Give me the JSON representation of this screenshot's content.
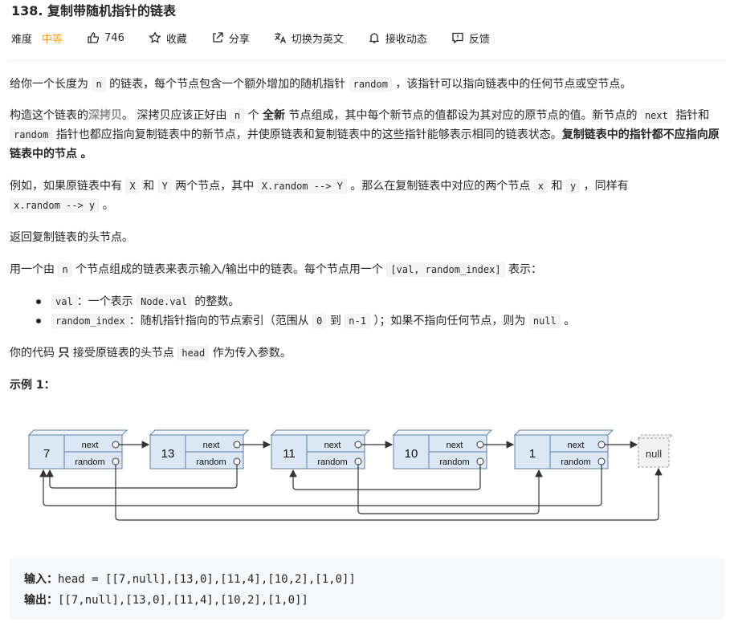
{
  "problem": {
    "title": "138. 复制带随机指针的链表"
  },
  "toolbar": {
    "difficulty_label": "难度",
    "difficulty_value": "中等",
    "likes": "746",
    "collect": "收藏",
    "share": "分享",
    "switch_lang": "切换为英文",
    "notify": "接收动态",
    "feedback": "反馈"
  },
  "description": {
    "p1": {
      "a": "给你一个长度为",
      "code_n": "n",
      "b": "的链表，每个节点包含一个额外增加的随机指针",
      "code_random": "random",
      "c": "，该指针可以指向链表中的任何节点或空节点。"
    },
    "p2": {
      "a": "构造这个链表的",
      "deep_copy": "深拷贝",
      "b": "。 深拷贝应该正好由",
      "code_n": "n",
      "c": "个",
      "brand_new": "全新",
      "d": "节点组成，其中每个新节点的值都设为其对应的原节点的值。新节点的",
      "code_next": "next",
      "e": "指针和",
      "code_random": "random",
      "f": "指针也都应指向复制链表中的新节点，并使原链表和复制链表中的这些指针能够表示相同的链表状态。",
      "bold_tail": "复制链表中的指针都不应指向原链表中的节点",
      "g": "。"
    },
    "p3": {
      "a": "例如，如果原链表中有",
      "code_X": "X",
      "b": "和",
      "code_Y": "Y",
      "c": "两个节点，其中",
      "code_xr": "X.random --> Y",
      "d": "。那么在复制链表中对应的两个节点",
      "code_x": "x",
      "e": "和",
      "code_y": "y",
      "f": "，同样有",
      "code_xr2": "x.random --> y",
      "g": "。"
    },
    "p4": "返回复制链表的头节点。",
    "p5": {
      "a": "用一个由",
      "code_n": "n",
      "b": "个节点组成的链表来表示输入/输出中的链表。每个节点用一个",
      "code_pair": "[val, random_index]",
      "c": "表示："
    },
    "list": [
      {
        "code": "val",
        "a": "：一个表示",
        "code2": "Node.val",
        "b": "的整数。"
      },
      {
        "code": "random_index",
        "a": "：随机指针指向的节点索引（范围从",
        "code2": "0",
        "b": "到",
        "code3": "n-1",
        "c": "）；如果不指向任何节点，则为",
        "code4": "null",
        "d": "。"
      }
    ],
    "p6": {
      "a": "你的代码",
      "only": "只",
      "b": "接受原链表的头节点",
      "code_head": "head",
      "c": "作为传入参数。"
    },
    "example_title": "示例 1："
  },
  "diagram": {
    "nodes": [
      "7",
      "13",
      "11",
      "10",
      "1"
    ],
    "next_label": "next",
    "random_label": "random",
    "null_label": "null"
  },
  "example": {
    "input_label": "输入：",
    "input_value": "head = [[7,null],[13,0],[11,4],[10,2],[1,0]]",
    "output_label": "输出：",
    "output_value": "[[7,null],[13,0],[11,4],[10,2],[1,0]]"
  },
  "colors": {
    "difficulty": "#ffa116",
    "node_fill": "#dbe7f5",
    "node_stroke": "#5e7fa8",
    "example_bg": "#f7f8fa"
  }
}
